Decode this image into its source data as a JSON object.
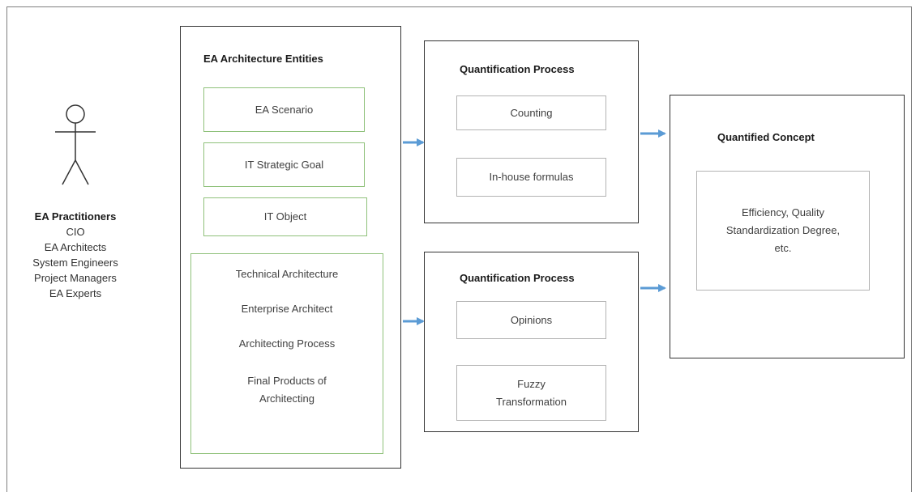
{
  "actor": {
    "title": "EA Practitioners",
    "roles": [
      "CIO",
      "EA Architects",
      "System Engineers",
      "Project Managers",
      "EA Experts"
    ]
  },
  "entities": {
    "title": "EA Architecture Entities",
    "items": [
      "EA Scenario",
      "IT Strategic Goal",
      "IT Object"
    ],
    "group_items": [
      "Technical Architecture",
      "Enterprise Architect",
      "Architecting Process",
      "Final Products of Architecting"
    ]
  },
  "process_top": {
    "title": "Quantification Process",
    "step1": "Counting",
    "step2": "In-house formulas"
  },
  "process_bottom": {
    "title": "Quantification  Process",
    "step1": "Opinions",
    "step2": "Fuzzy Transformation"
  },
  "concept": {
    "title": "Quantified Concept",
    "body": "Efficiency, Quality Standardization Degree, etc."
  },
  "colors": {
    "arrow": "#5b9bd5",
    "green_border": "#8fc17a",
    "dark_border": "#333333"
  }
}
